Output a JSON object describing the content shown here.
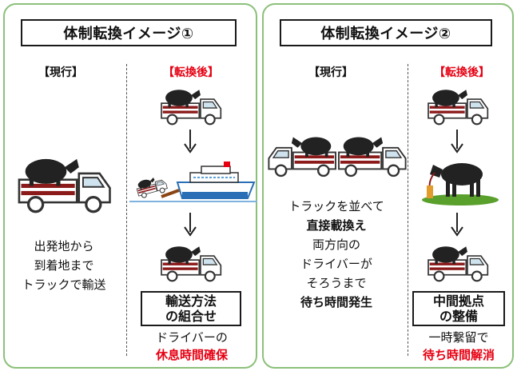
{
  "left_panel": {
    "title": "体制転換イメージ①",
    "current_label": "【現行】",
    "after_label": "【転換後】",
    "current_text": [
      "出発地から",
      "到着地まで",
      "トラックで輸送"
    ],
    "after_box": [
      "輸送方法",
      "の組合せ"
    ],
    "after_sub": "ドライバーの",
    "after_highlight": "休息時間確保"
  },
  "right_panel": {
    "title": "体制転換イメージ②",
    "current_label": "【現行】",
    "after_label": "【転換後】",
    "current_text": [
      "トラックを並べて",
      "直接載換え",
      "両方向の",
      "ドライバーが",
      "そろうまで",
      "待ち時間発生"
    ],
    "after_box": [
      "中間拠点",
      "の整備"
    ],
    "after_sub": "一時繋留で",
    "after_highlight": "待ち時間解消"
  },
  "colors": {
    "panel_border": "#8cc07a",
    "accent_red": "#e60012",
    "grass": "#5aa02c"
  }
}
